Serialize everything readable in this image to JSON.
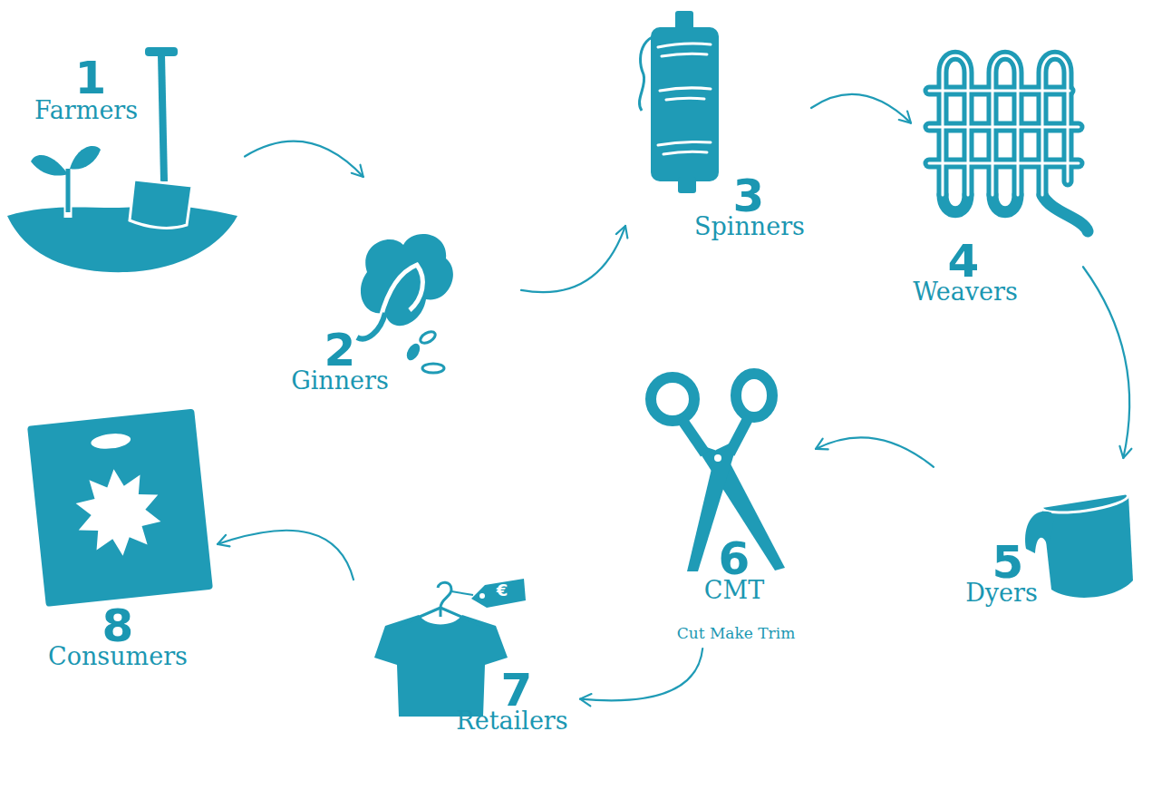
{
  "diagram": {
    "nodes": [
      {
        "text": [
          "1",
          "Farmers"
        ]
      },
      {
        "text": [
          "2",
          "Ginners"
        ]
      },
      {
        "text": [
          "3",
          "Spinners"
        ]
      },
      {
        "text": [
          "4",
          "Weavers"
        ]
      },
      {
        "text": [
          "5",
          "Dyers"
        ]
      },
      {
        "text": [
          "6",
          "CMT",
          "Cut Make Trim"
        ]
      },
      {
        "text": [
          "7",
          "Retailers"
        ]
      },
      {
        "text": [
          "8",
          "Consumers"
        ]
      }
    ],
    "edges": [
      {
        "from": 0,
        "to": 1,
        "arrow": "to"
      },
      {
        "from": 1,
        "to": 2,
        "arrow": "to"
      },
      {
        "from": 2,
        "to": 3,
        "arrow": "to"
      },
      {
        "from": 3,
        "to": 4,
        "arrow": "to"
      },
      {
        "from": 4,
        "to": 5,
        "arrow": "to"
      },
      {
        "from": 5,
        "to": 6,
        "arrow": "to"
      },
      {
        "from": 6,
        "to": 7,
        "arrow": "to"
      }
    ],
    "labels": [
      "€"
    ]
  }
}
